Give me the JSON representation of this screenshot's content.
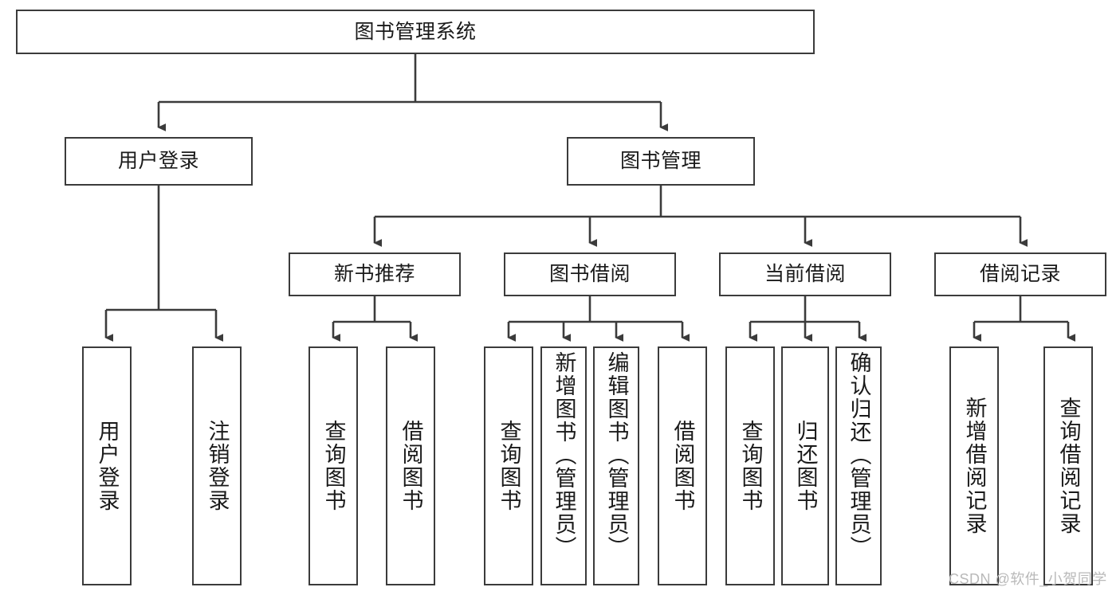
{
  "diagram": {
    "title": "图书管理系统",
    "type": "hierarchy-tree",
    "watermark": "CSDN @软件_小贺同学",
    "colors": {
      "stroke": "#3b3b3b",
      "fill": "#ffffff",
      "text": "#1a1a1a",
      "watermark": "#b9b9b9"
    },
    "levels": {
      "root": {
        "label": "图书管理系统"
      },
      "level2": [
        {
          "label": "用户登录"
        },
        {
          "label": "图书管理"
        }
      ],
      "level3": [
        {
          "label": "新书推荐"
        },
        {
          "label": "图书借阅"
        },
        {
          "label": "当前借阅"
        },
        {
          "label": "借阅记录"
        }
      ],
      "leaves": {
        "user_login": [
          {
            "label": "用户登录"
          },
          {
            "label": "注销登录"
          }
        ],
        "new_book_recommend": [
          {
            "label": "查询图书"
          },
          {
            "label": "借阅图书"
          }
        ],
        "book_borrow": [
          {
            "label": "查询图书"
          },
          {
            "label": "新增图书（管理员）"
          },
          {
            "label": "编辑图书（管理员）"
          },
          {
            "label": "借阅图书"
          }
        ],
        "current_borrow": [
          {
            "label": "查询图书"
          },
          {
            "label": "归还图书"
          },
          {
            "label": "确认归还（管理员）"
          }
        ],
        "borrow_record": [
          {
            "label": "新增借阅记录"
          },
          {
            "label": "查询借阅记录"
          }
        ]
      }
    }
  }
}
